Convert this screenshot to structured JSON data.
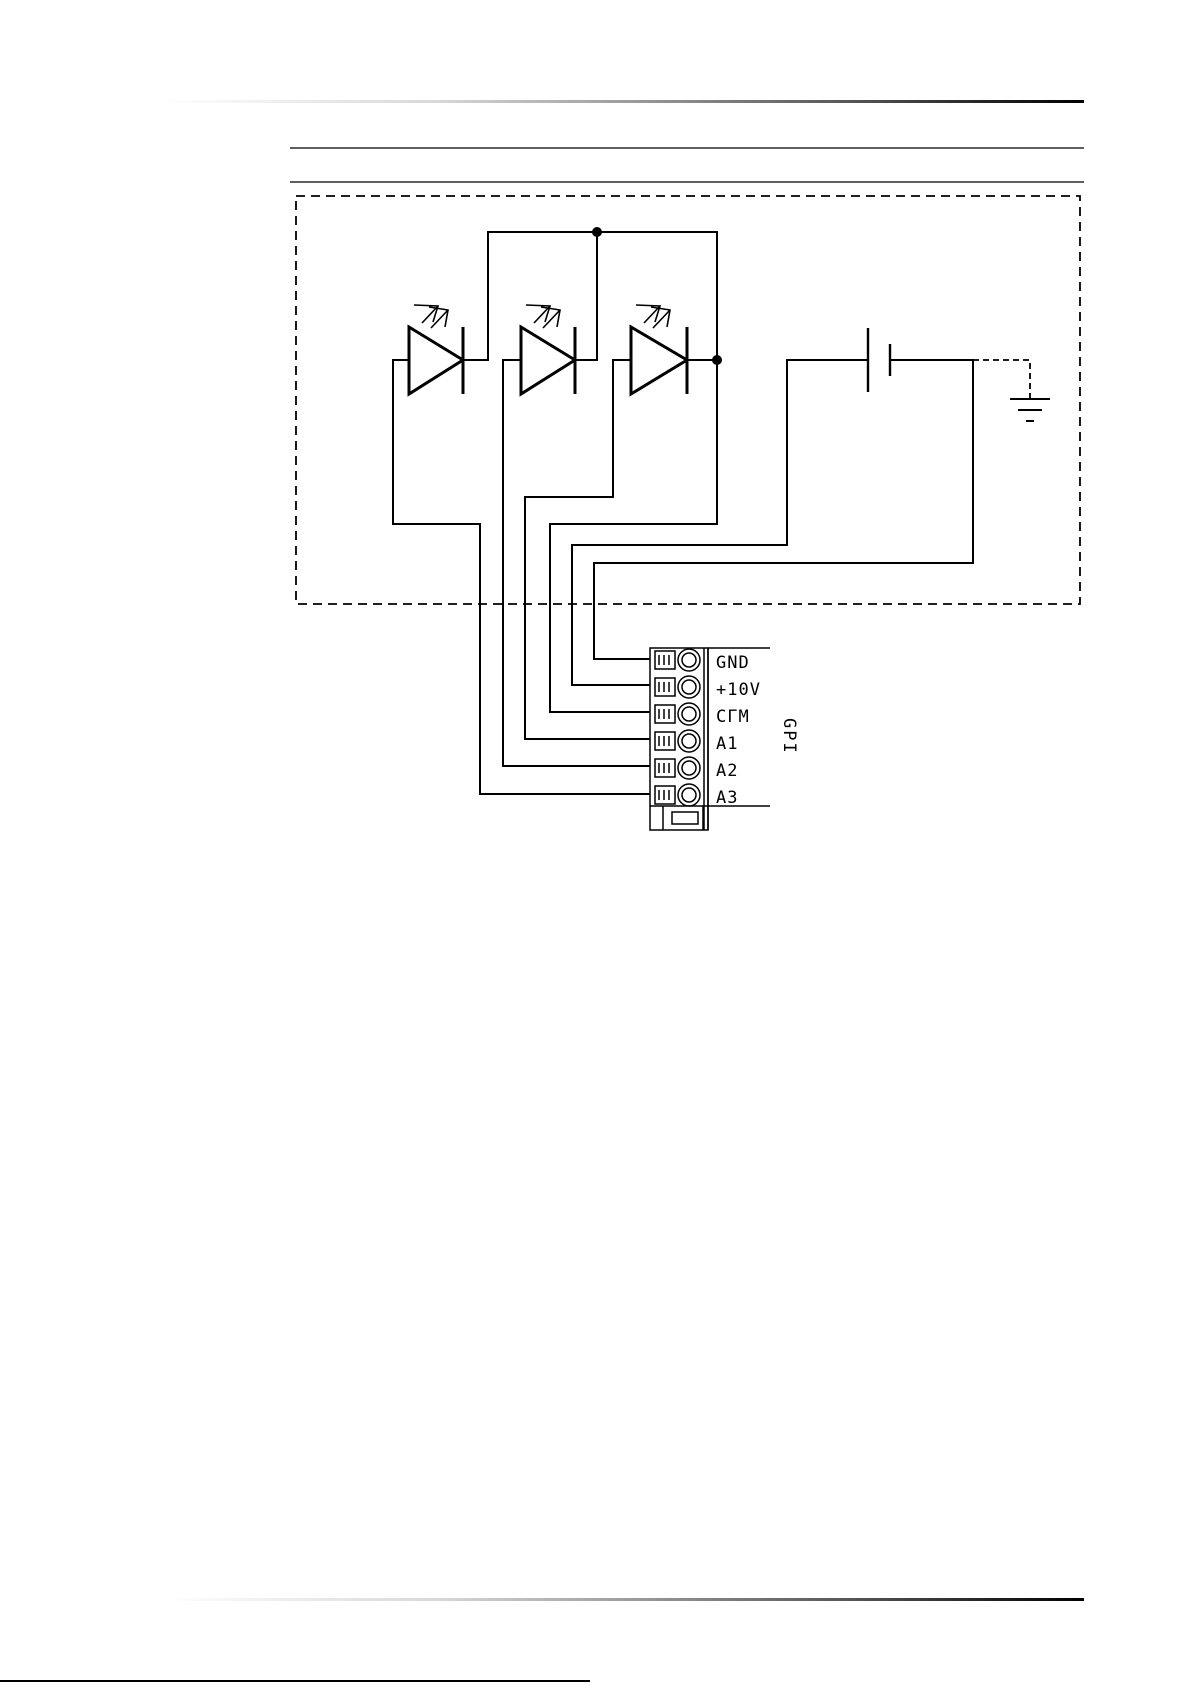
{
  "diagram": {
    "connector": {
      "group_label": "GPI",
      "pins": [
        "GND",
        "+10V",
        "СГМ",
        "A1",
        "A2",
        "A3"
      ]
    }
  },
  "colors": {
    "ink": "#000000",
    "background": "#ffffff"
  }
}
